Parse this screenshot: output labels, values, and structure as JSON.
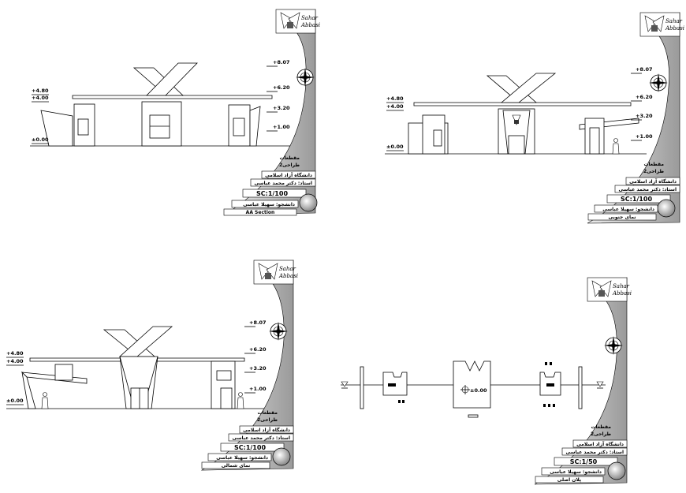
{
  "sheets": [
    {
      "id": "s1",
      "levels": [
        "+8.07",
        "+6.20",
        "+3.20",
        "+1.00"
      ],
      "left_levels": [
        "+4.80",
        "+4.00",
        "±0.00"
      ],
      "logo_text": [
        "Sahar",
        "Abbasi"
      ],
      "title_lines": [
        "مقطعات",
        "طراحی2"
      ],
      "university": "دانشگاه آزاد اسلامی",
      "professor": "استاد: دکتر محمد عباسی",
      "scale": "SC:1/100",
      "student": "دانشجو: سهیلا عباسی",
      "caption": "AA Section"
    },
    {
      "id": "s2",
      "levels": [
        "+8.07",
        "+6.20",
        "+3.20",
        "+1.00"
      ],
      "left_levels": [
        "+4.80",
        "+4.00",
        "±0.00"
      ],
      "logo_text": [
        "Sahar",
        "Abbasi"
      ],
      "title_lines": [
        "مقطعات",
        "طراحی2"
      ],
      "university": "دانشگاه آزاد اسلامی",
      "professor": "استاد: دکتر محمد عباسی",
      "scale": "SC:1/100",
      "student": "دانشجو: سهیلا عباسی",
      "caption": "نمای جنوبی"
    },
    {
      "id": "s3",
      "levels": [
        "+8.07",
        "+6.20",
        "+3.20",
        "+1.00"
      ],
      "left_levels": [
        "+4.80",
        "+4.00",
        "±0.00"
      ],
      "logo_text": [
        "Sahar",
        "Abbasi"
      ],
      "title_lines": [
        "مقطعات",
        "طراحی2"
      ],
      "university": "دانشگاه آزاد اسلامی",
      "professor": "استاد: دکتر محمد عباسی",
      "scale": "SC:1/100",
      "student": "دانشجو: سهیلا عباسی",
      "caption": "نمای شمالی"
    },
    {
      "id": "s4",
      "levels": [],
      "left_levels": [],
      "plan_level": "±0.00",
      "logo_text": [
        "Sahar",
        "Abbasi"
      ],
      "title_lines": [
        "مقطعات",
        "طراحی2"
      ],
      "university": "دانشگاه آزاد اسلامی",
      "professor": "استاد: دکتر محمد عباسی",
      "scale": "SC:1/50",
      "student": "دانشجو: سهیلا عباسی",
      "caption": "پلان اصلی"
    }
  ]
}
